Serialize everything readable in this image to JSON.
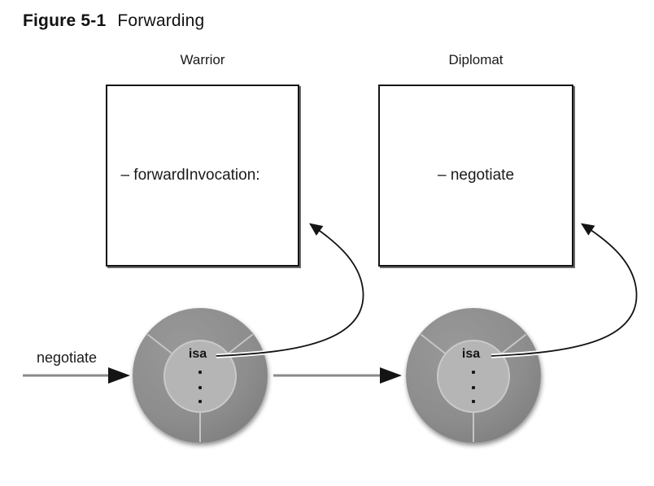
{
  "figure": {
    "label": "Figure 5-1",
    "caption": "Forwarding"
  },
  "classes": [
    {
      "name": "Warrior",
      "method": "– forwardInvocation:"
    },
    {
      "name": "Diplomat",
      "method": "– negotiate"
    }
  ],
  "instances": [
    {
      "isa_label": "isa"
    },
    {
      "isa_label": "isa"
    }
  ],
  "message": {
    "label": "negotiate"
  },
  "colors": {
    "ring_gray": "#8d8d8d",
    "inner_gray": "#b5b5b5",
    "spoke_gray": "#c6c6c6",
    "arrow_gray": "#8a8a8a",
    "line_black": "#141414",
    "box_shadow_gray": "#6a6a6a",
    "background": "#ffffff"
  }
}
